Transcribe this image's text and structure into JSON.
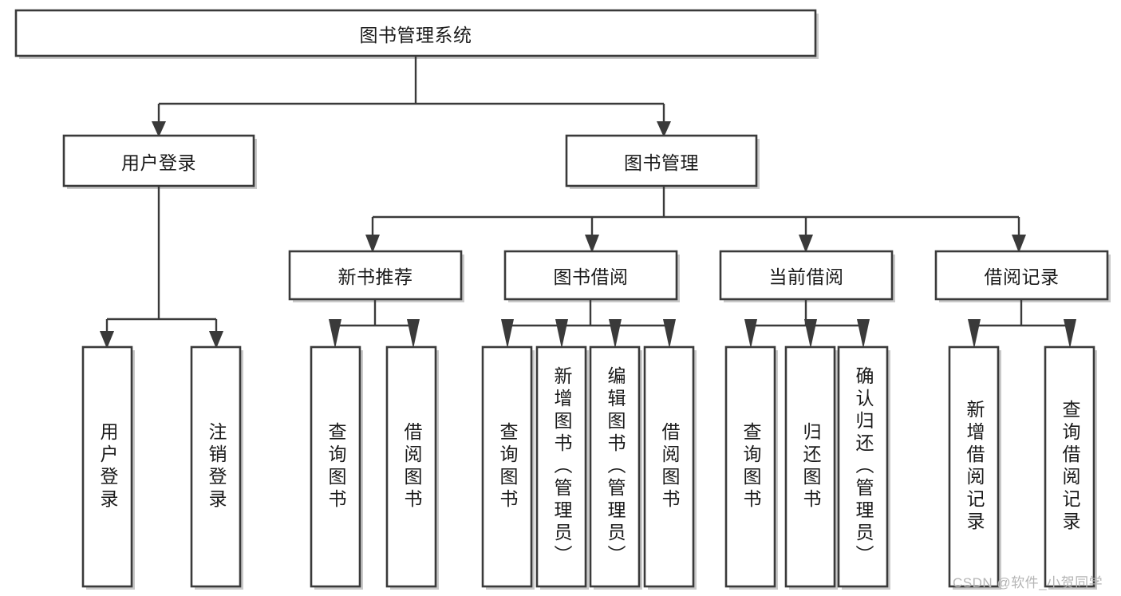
{
  "diagram": {
    "type": "tree-hierarchy-chart",
    "title": "图书管理系统",
    "watermark": "CSDN @软件_小贺同学",
    "colors": {
      "box_stroke": "#3a3a3a",
      "box_fill": "#ffffff",
      "connector": "#3a3a3a",
      "text": "#1a1a1a",
      "watermark": "#b5b5b5",
      "background": "#ffffff"
    },
    "levels": {
      "root": {
        "label": "图书管理系统",
        "orientation": "horizontal"
      },
      "level2": [
        {
          "id": "user-login",
          "label": "用户登录",
          "orientation": "horizontal"
        },
        {
          "id": "book-management",
          "label": "图书管理",
          "orientation": "horizontal"
        }
      ],
      "level3": [
        {
          "id": "new-book-recommend",
          "label": "新书推荐",
          "orientation": "horizontal",
          "parent": "book-management"
        },
        {
          "id": "book-borrow",
          "label": "图书借阅",
          "orientation": "horizontal",
          "parent": "book-management"
        },
        {
          "id": "current-borrow",
          "label": "当前借阅",
          "orientation": "horizontal",
          "parent": "book-management"
        },
        {
          "id": "borrow-record",
          "label": "借阅记录",
          "orientation": "horizontal",
          "parent": "book-management"
        }
      ],
      "leaves": [
        {
          "id": "leaf-user-login",
          "label": "用户登录",
          "orientation": "vertical",
          "parent": "user-login"
        },
        {
          "id": "leaf-logout",
          "label": "注销登录",
          "orientation": "vertical",
          "parent": "user-login"
        },
        {
          "id": "leaf-query-book-1",
          "label": "查询图书",
          "orientation": "vertical",
          "parent": "new-book-recommend"
        },
        {
          "id": "leaf-borrow-book-1",
          "label": "借阅图书",
          "orientation": "vertical",
          "parent": "new-book-recommend"
        },
        {
          "id": "leaf-query-book-2",
          "label": "查询图书",
          "orientation": "vertical",
          "parent": "book-borrow"
        },
        {
          "id": "leaf-add-book",
          "label": "新增图书（管理员）",
          "orientation": "vertical",
          "parent": "book-borrow"
        },
        {
          "id": "leaf-edit-book",
          "label": "编辑图书（管理员）",
          "orientation": "vertical",
          "parent": "book-borrow"
        },
        {
          "id": "leaf-borrow-book-2",
          "label": "借阅图书",
          "orientation": "vertical",
          "parent": "book-borrow"
        },
        {
          "id": "leaf-query-book-3",
          "label": "查询图书",
          "orientation": "vertical",
          "parent": "current-borrow"
        },
        {
          "id": "leaf-return-book",
          "label": "归还图书",
          "orientation": "vertical",
          "parent": "current-borrow"
        },
        {
          "id": "leaf-confirm-return",
          "label": "确认归还（管理员）",
          "orientation": "vertical",
          "parent": "current-borrow"
        },
        {
          "id": "leaf-add-record",
          "label": "新增借阅记录",
          "orientation": "vertical",
          "parent": "borrow-record"
        },
        {
          "id": "leaf-query-record",
          "label": "查询借阅记录",
          "orientation": "vertical",
          "parent": "borrow-record"
        }
      ]
    }
  }
}
